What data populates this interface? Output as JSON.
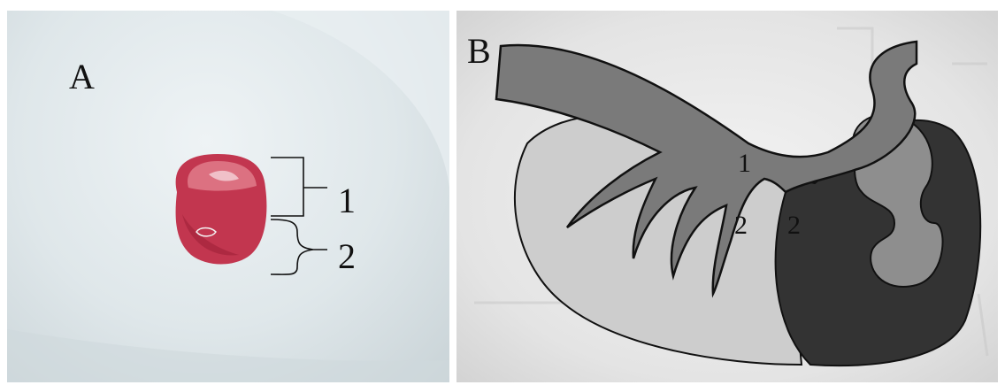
{
  "panel_a": {
    "label": "A",
    "bracket_labels": [
      "1",
      "2"
    ]
  },
  "panel_b": {
    "label": "B",
    "region_labels": [
      "1",
      "2",
      "2"
    ]
  }
}
